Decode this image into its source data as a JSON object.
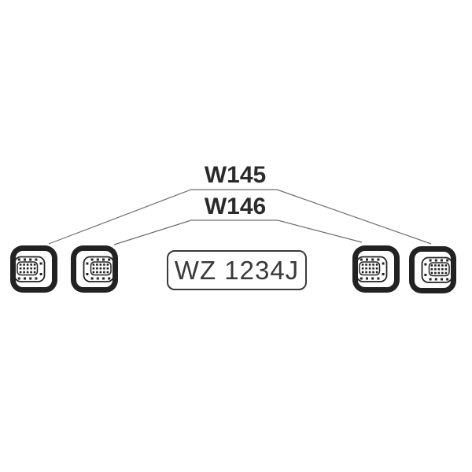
{
  "diagram": {
    "type": "auto-parts-lamp-position-diagram",
    "background_color": "#ffffff",
    "labels": {
      "w145": "W145",
      "w146": "W146"
    },
    "license_plate": "WZ 1234J",
    "colors": {
      "label_ink": "#2b2b2b",
      "leader_line": "#6e6e6e",
      "lamp_ink": "#222222",
      "plate_border": "#3a3a3a",
      "plate_text": "#3a3a3a"
    },
    "lamps": [
      {
        "id": "lamp-outer-left",
        "icon": "tail-lamp-icon",
        "linked_label": "W145",
        "orientation": "opens-right"
      },
      {
        "id": "lamp-inner-left",
        "icon": "tail-lamp-icon",
        "linked_label": "W146",
        "orientation": "opens-left"
      },
      {
        "id": "lamp-inner-right",
        "icon": "tail-lamp-icon",
        "linked_label": "W146",
        "orientation": "opens-right"
      },
      {
        "id": "lamp-outer-right",
        "icon": "tail-lamp-icon",
        "linked_label": "W145",
        "orientation": "opens-left"
      }
    ],
    "connections": [
      {
        "label": "W145",
        "targets": [
          "lamp-outer-left",
          "lamp-outer-right"
        ]
      },
      {
        "label": "W146",
        "targets": [
          "lamp-inner-left",
          "lamp-inner-right"
        ]
      }
    ]
  }
}
